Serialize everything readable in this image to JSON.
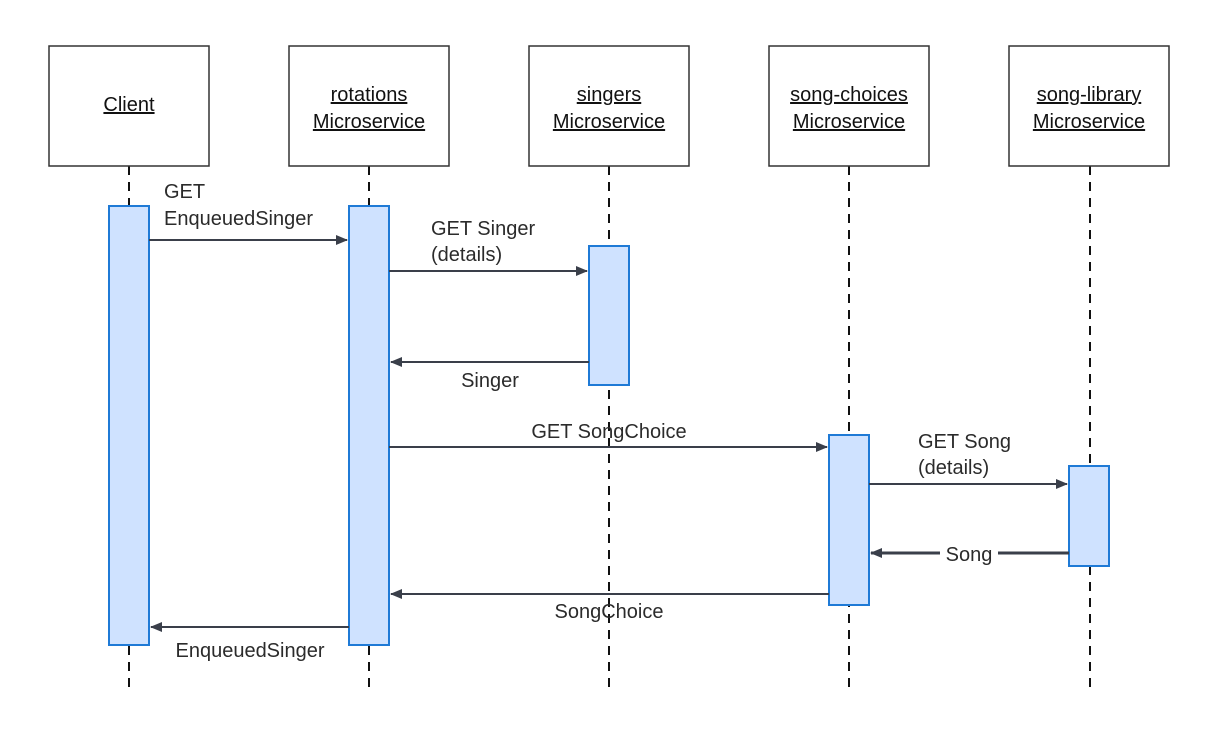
{
  "participants": [
    {
      "id": "client",
      "lines": [
        "Client"
      ]
    },
    {
      "id": "rotations",
      "lines": [
        "rotations",
        "Microservice"
      ]
    },
    {
      "id": "singers",
      "lines": [
        "singers",
        "Microservice"
      ]
    },
    {
      "id": "song_choices",
      "lines": [
        "song-choices",
        "Microservice"
      ]
    },
    {
      "id": "song_library",
      "lines": [
        "song-library",
        "Microservice"
      ]
    }
  ],
  "messages": [
    {
      "id": "get_enqueued_singer",
      "lines": [
        "GET",
        "EnqueuedSinger"
      ]
    },
    {
      "id": "get_singer",
      "lines": [
        "GET Singer",
        "(details)"
      ]
    },
    {
      "id": "singer",
      "lines": [
        "Singer"
      ]
    },
    {
      "id": "get_song_choice",
      "lines": [
        "GET SongChoice"
      ]
    },
    {
      "id": "get_song",
      "lines": [
        "GET Song",
        "(details)"
      ]
    },
    {
      "id": "song",
      "lines": [
        "Song"
      ]
    },
    {
      "id": "song_choice",
      "lines": [
        "SongChoice"
      ]
    },
    {
      "id": "enqueued_singer",
      "lines": [
        "EnqueuedSinger"
      ]
    }
  ],
  "colors": {
    "activation_fill": "#cfe2ff",
    "activation_stroke": "#1f7ad6",
    "box_stroke": "#333333",
    "arrow": "#3a3f4a"
  }
}
